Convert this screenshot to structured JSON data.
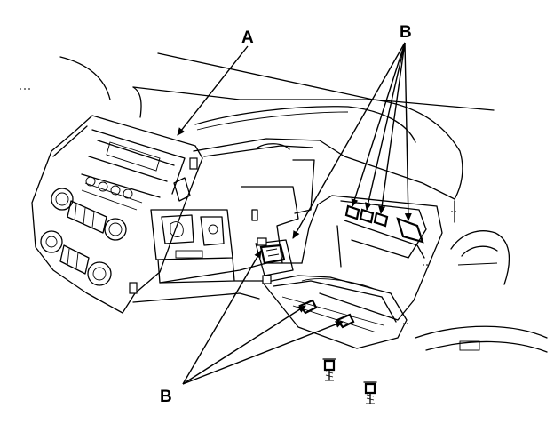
{
  "callouts": {
    "a": "A",
    "b_top": "B",
    "b_bottom": "B"
  }
}
